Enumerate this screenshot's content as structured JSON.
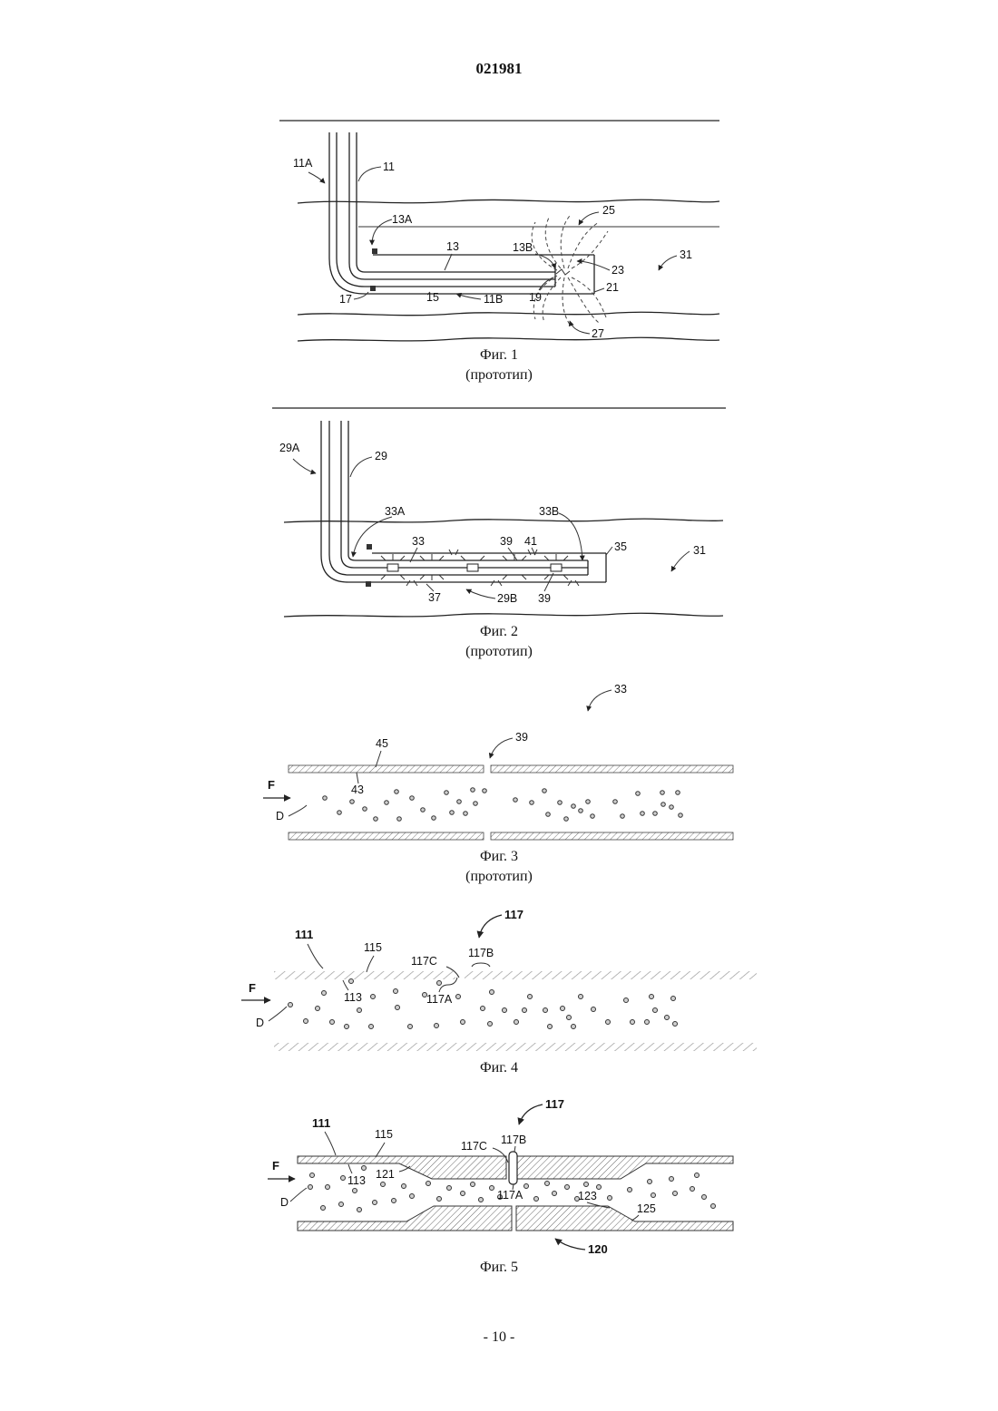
{
  "header": {
    "document_number": "021981"
  },
  "footer": {
    "page_label": "- 10 -"
  },
  "figures": {
    "fig1": {
      "caption": "Фиг. 1",
      "subcaption": "(прототип)",
      "labels": {
        "l11A": "11A",
        "l11": "11",
        "l13A": "13A",
        "l13": "13",
        "l13B": "13B",
        "l25": "25",
        "l31": "31",
        "l23": "23",
        "l21": "21",
        "l17": "17",
        "l15": "15",
        "l11B": "11B",
        "l19": "19",
        "l27": "27"
      }
    },
    "fig2": {
      "caption": "Фиг. 2",
      "subcaption": "(прототип)",
      "labels": {
        "l29A": "29A",
        "l29": "29",
        "l33A": "33A",
        "l33B": "33B",
        "l33": "33",
        "l39a": "39",
        "l41": "41",
        "l35": "35",
        "l31": "31",
        "l37": "37",
        "l29B": "29B",
        "l39b": "39"
      }
    },
    "fig3": {
      "caption": "Фиг. 3",
      "subcaption": "(прототип)",
      "labels": {
        "l33": "33",
        "l39": "39",
        "l45": "45",
        "l43": "43",
        "lF": "F",
        "lD": "D"
      }
    },
    "fig4": {
      "caption": "Фиг. 4",
      "labels": {
        "l117": "117",
        "l111": "111",
        "l115": "115",
        "l117C": "117C",
        "l117B": "117B",
        "l113": "113",
        "l117A": "117A",
        "lF": "F",
        "lD": "D"
      }
    },
    "fig5": {
      "caption": "Фиг. 5",
      "labels": {
        "l117": "117",
        "l111": "111",
        "l115": "115",
        "l117C": "117C",
        "l117B": "117B",
        "lF": "F",
        "l113": "113",
        "l121": "121",
        "lD": "D",
        "l117A": "117A",
        "l123": "123",
        "l125": "125",
        "l120": "120"
      }
    }
  }
}
